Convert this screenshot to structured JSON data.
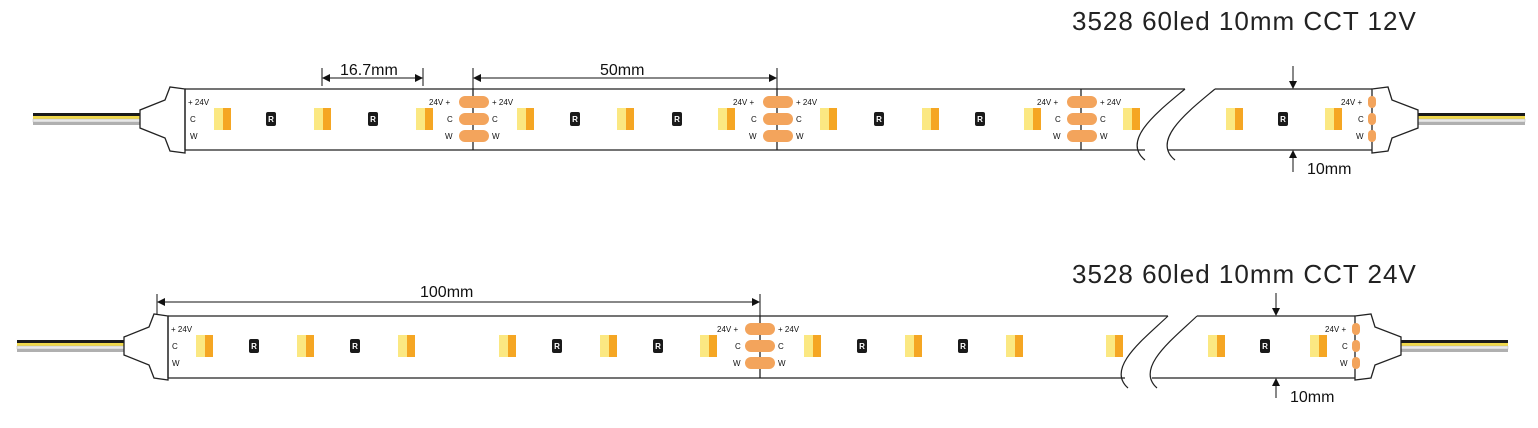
{
  "strips": [
    {
      "title": "3528  60led   10mm CCT  12V",
      "spacing_label": "16.7mm",
      "cut_label": "50mm",
      "width_label": "10mm",
      "pads": {
        "plus": "+ 24V",
        "plus_rev": "24V +",
        "c": "C",
        "w": "W"
      },
      "resistor_label": "R"
    },
    {
      "title": "3528  60led  10mm  CCT  24V",
      "cut_label": "100mm",
      "width_label": "10mm",
      "pads": {
        "plus": "+ 24V",
        "plus_rev": "24V +",
        "c": "C",
        "w": "W"
      },
      "resistor_label": "R"
    }
  ],
  "colors": {
    "led_warm": "#f5a623",
    "led_cool": "#fbe882",
    "solder_pad": "#f3a45c",
    "resistor": "#1a1a1a",
    "outline": "#222222",
    "wire_black": "#1a1a1a",
    "wire_yellow": "#f0d84a",
    "wire_white": "#e8e8e8",
    "wire_gray": "#b0b0b0"
  }
}
